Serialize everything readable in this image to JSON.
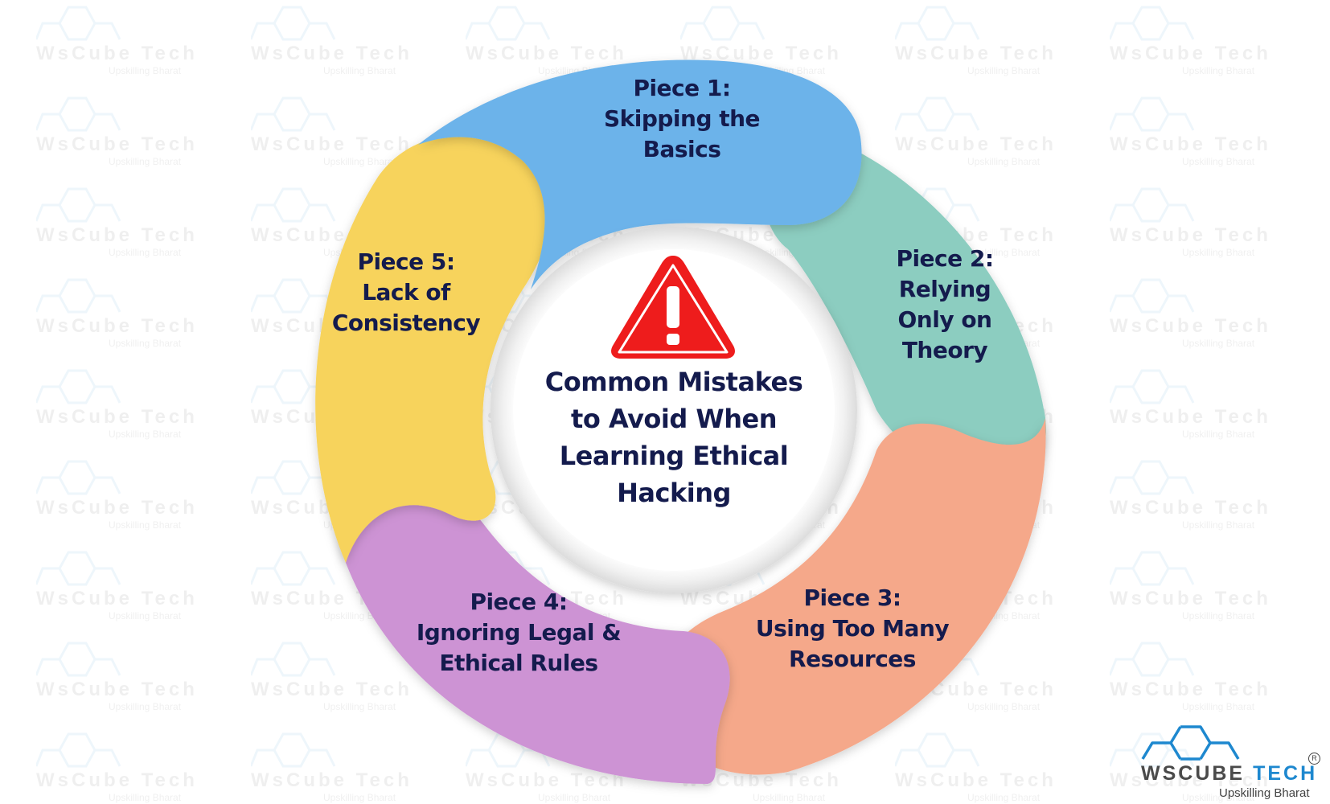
{
  "diagram": {
    "title_lines": [
      "Common Mistakes",
      "to Avoid When",
      "Learning Ethical",
      "Hacking"
    ],
    "center_icon": "warning-triangle-icon",
    "pieces": [
      {
        "heading": "Piece 1:",
        "lines": [
          "Skipping the",
          "Basics"
        ],
        "color": "#6cb3ea"
      },
      {
        "heading": "Piece 2:",
        "lines": [
          "Relying",
          "Only on",
          "Theory"
        ],
        "color": "#8ccdc0"
      },
      {
        "heading": "Piece 3:",
        "lines": [
          "Using Too Many",
          "Resources"
        ],
        "color": "#f5a88a"
      },
      {
        "heading": "Piece 4:",
        "lines": [
          "Ignoring Legal &",
          "Ethical Rules"
        ],
        "color": "#cd93d4"
      },
      {
        "heading": "Piece 5:",
        "lines": [
          "Lack of",
          "Consistency"
        ],
        "color": "#f7d35c"
      }
    ],
    "colors": {
      "text": "#141b4d",
      "warning_red": "#ee1c1c",
      "center_fill": "#ffffff",
      "center_ring": "#ececec"
    }
  },
  "brand": {
    "name_part1": "WsCube",
    "name_part2": "Tech",
    "tagline": "Upskilling Bharat",
    "registered_mark": "R",
    "colors": {
      "primary": "#1e88cf",
      "dark": "#4a4a4a"
    }
  },
  "watermark": {
    "text": "WsCube Tech",
    "sub": "Upskilling Bharat"
  }
}
